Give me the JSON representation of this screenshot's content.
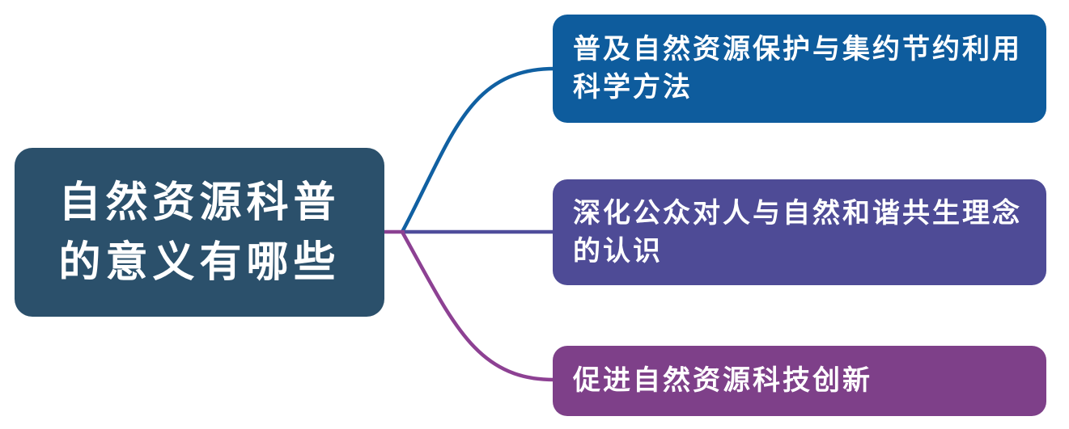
{
  "diagram": {
    "root": {
      "label": "自然资源科普的意义有哪些",
      "lines": [
        "自然资源科普",
        "的意义有哪些"
      ],
      "color": "#2b506b",
      "stub_color": "#8b4192"
    },
    "branches": [
      {
        "label": "普及自然资源保护与集约节约利用科学方法",
        "lines": [
          "普及自然资源保护与集约节约利用",
          "科学方法"
        ],
        "color": "#0e5c9d",
        "line_color": "#1060a2"
      },
      {
        "label": "深化公众对人与自然和谐共生理念的认识",
        "lines": [
          "深化公众对人与自然和谐共生理念",
          "的认识"
        ],
        "color": "#4e4b96",
        "line_color": "#4f4d9b"
      },
      {
        "label": "促进自然资源科技创新",
        "lines": [
          "促进自然资源科技创新"
        ],
        "color": "#7e4089",
        "line_color": "#8d4193"
      }
    ],
    "text_color": "#ffffff",
    "background_color": "#ffffff"
  }
}
